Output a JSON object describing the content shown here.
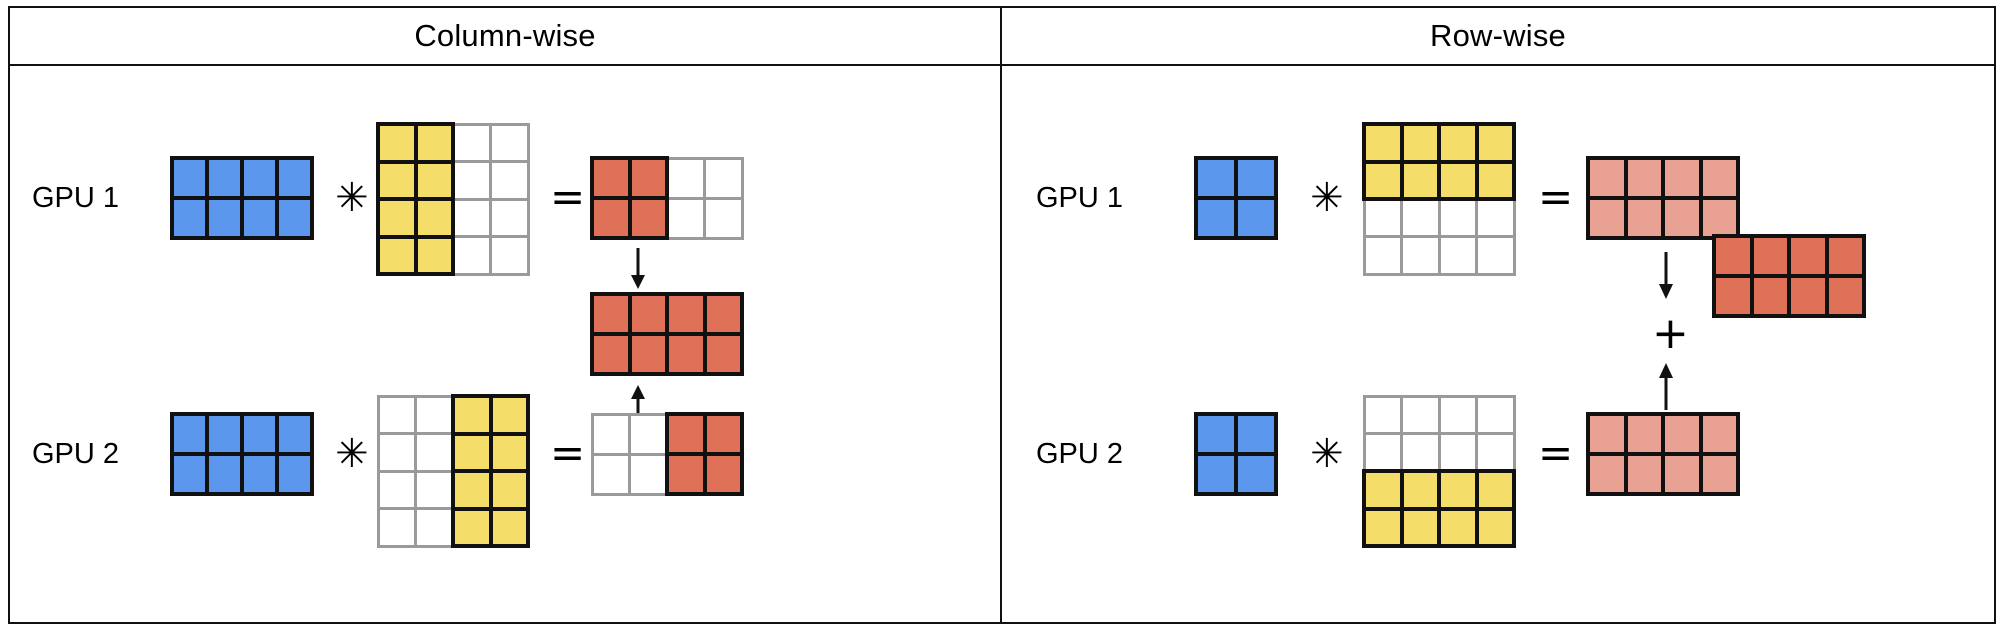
{
  "figure": {
    "title": "",
    "colors": {
      "blue": "#5b97ec",
      "yellow": "#f5dd6a",
      "red": "#df7159",
      "pink": "#e9a193",
      "grid_inactive": "#9a9a9a",
      "grid_active": "#111111",
      "frame": "#111111",
      "background": "#ffffff"
    }
  },
  "header": {
    "left_label": "Column-wise",
    "right_label": "Row-wise"
  },
  "operators": {
    "multiply": "✳",
    "equals": "=",
    "plus": "+"
  },
  "panels": {
    "column_wise": {
      "label": "Column-wise",
      "rows": [
        {
          "gpu_label": "GPU 1",
          "input": {
            "name": "activation-matrix",
            "rows": 2,
            "cols": 4,
            "fill": "blue",
            "active_cols": [
              0,
              1,
              2,
              3
            ],
            "active_rows": [
              0,
              1
            ]
          },
          "weight": {
            "name": "weight-matrix",
            "rows": 4,
            "cols": 4,
            "fill": "yellow",
            "active_cols": [
              0,
              1
            ],
            "active_rows": [
              0,
              1,
              2,
              3
            ],
            "shard": "left-half-columns"
          },
          "output": {
            "name": "partial-output-matrix",
            "rows": 2,
            "cols": 4,
            "fill": "red",
            "active_cols": [
              0,
              1
            ],
            "active_rows": [
              0,
              1
            ],
            "shard": "left-half-columns"
          }
        },
        {
          "gpu_label": "GPU 2",
          "input": {
            "name": "activation-matrix",
            "rows": 2,
            "cols": 4,
            "fill": "blue",
            "active_cols": [
              0,
              1,
              2,
              3
            ],
            "active_rows": [
              0,
              1
            ]
          },
          "weight": {
            "name": "weight-matrix",
            "rows": 4,
            "cols": 4,
            "fill": "yellow",
            "active_cols": [
              2,
              3
            ],
            "active_rows": [
              0,
              1,
              2,
              3
            ],
            "shard": "right-half-columns"
          },
          "output": {
            "name": "partial-output-matrix",
            "rows": 2,
            "cols": 4,
            "fill": "red",
            "active_cols": [
              2,
              3
            ],
            "active_rows": [
              0,
              1
            ],
            "shard": "right-half-columns"
          }
        }
      ],
      "combine": {
        "operation": "concat",
        "operator_symbol": "",
        "result": {
          "name": "combined-output-matrix",
          "rows": 2,
          "cols": 4,
          "fill": "red",
          "active_cols": [
            0,
            1,
            2,
            3
          ],
          "active_rows": [
            0,
            1
          ]
        },
        "arrows": [
          "down",
          "up"
        ]
      }
    },
    "row_wise": {
      "label": "Row-wise",
      "rows": [
        {
          "gpu_label": "GPU 1",
          "input": {
            "name": "activation-matrix",
            "rows": 2,
            "cols": 2,
            "fill": "blue",
            "active_cols": [
              0,
              1
            ],
            "active_rows": [
              0,
              1
            ]
          },
          "weight": {
            "name": "weight-matrix",
            "rows": 4,
            "cols": 4,
            "fill": "yellow",
            "active_cols": [
              0,
              1,
              2,
              3
            ],
            "active_rows": [
              0,
              1
            ],
            "shard": "top-half-rows"
          },
          "output": {
            "name": "partial-output-matrix",
            "rows": 2,
            "cols": 4,
            "fill": "pink",
            "active_cols": [
              0,
              1,
              2,
              3
            ],
            "active_rows": [
              0,
              1
            ]
          }
        },
        {
          "gpu_label": "GPU 2",
          "input": {
            "name": "activation-matrix",
            "rows": 2,
            "cols": 2,
            "fill": "blue",
            "active_cols": [
              0,
              1
            ],
            "active_rows": [
              0,
              1
            ]
          },
          "weight": {
            "name": "weight-matrix",
            "rows": 4,
            "cols": 4,
            "fill": "yellow",
            "active_cols": [
              0,
              1,
              2,
              3
            ],
            "active_rows": [
              2,
              3
            ],
            "shard": "bottom-half-rows"
          },
          "output": {
            "name": "partial-output-matrix",
            "rows": 2,
            "cols": 4,
            "fill": "pink",
            "active_cols": [
              0,
              1,
              2,
              3
            ],
            "active_rows": [
              0,
              1
            ]
          }
        }
      ],
      "combine": {
        "operation": "sum",
        "operator_symbol": "+",
        "result": {
          "name": "combined-output-matrix",
          "rows": 2,
          "cols": 4,
          "fill": "red",
          "active_cols": [
            0,
            1,
            2,
            3
          ],
          "active_rows": [
            0,
            1
          ]
        },
        "arrows": [
          "down",
          "up"
        ]
      }
    }
  }
}
